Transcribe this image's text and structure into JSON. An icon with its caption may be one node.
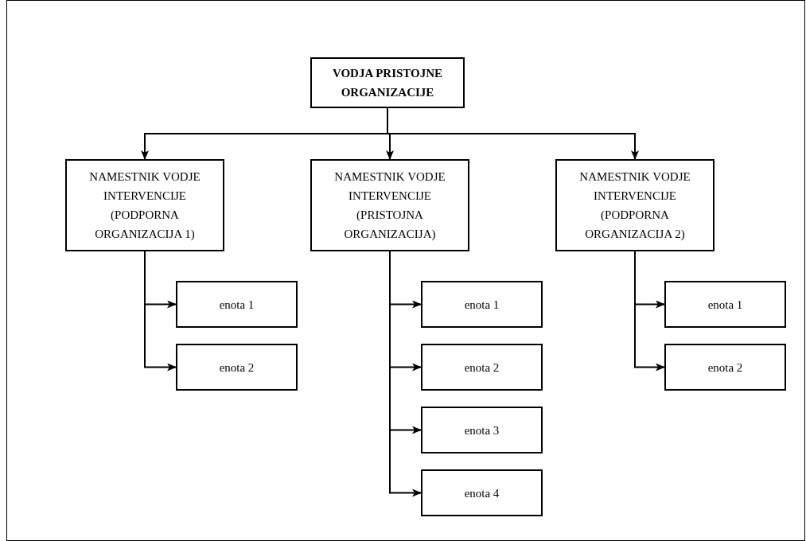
{
  "diagram": {
    "nodes": [
      {
        "text": [
          "VODJA PRISTOJNE ORGANIZACIJE"
        ]
      },
      {
        "text": [
          "NAMESTNIK VODJE INTERVENCIJE (PODPORNA ORGANIZACIJA 1)"
        ]
      },
      {
        "text": [
          "NAMESTNIK VODJE INTERVENCIJE (PRISTOJNA ORGANIZACIJA)"
        ]
      },
      {
        "text": [
          "NAMESTNIK VODJE INTERVENCIJE (PODPORNA ORGANIZACIJA 2)"
        ]
      },
      {
        "text": [
          "enota 1"
        ]
      },
      {
        "text": [
          "enota 2"
        ]
      },
      {
        "text": [
          "enota 1"
        ]
      },
      {
        "text": [
          "enota 2"
        ]
      },
      {
        "text": [
          "enota 3"
        ]
      },
      {
        "text": [
          "enota 4"
        ]
      },
      {
        "text": [
          "enota 1"
        ]
      },
      {
        "text": [
          "enota 2"
        ]
      }
    ],
    "edges": [
      {
        "from": 0,
        "to": 1,
        "arrow": "to"
      },
      {
        "from": 0,
        "to": 2,
        "arrow": "to"
      },
      {
        "from": 0,
        "to": 3,
        "arrow": "to"
      },
      {
        "from": 1,
        "to": 4,
        "arrow": "to"
      },
      {
        "from": 1,
        "to": 5,
        "arrow": "to"
      },
      {
        "from": 2,
        "to": 6,
        "arrow": "to"
      },
      {
        "from": 2,
        "to": 7,
        "arrow": "to"
      },
      {
        "from": 2,
        "to": 8,
        "arrow": "to"
      },
      {
        "from": 2,
        "to": 9,
        "arrow": "to"
      },
      {
        "from": 3,
        "to": 10,
        "arrow": "to"
      },
      {
        "from": 3,
        "to": 11,
        "arrow": "to"
      }
    ]
  }
}
